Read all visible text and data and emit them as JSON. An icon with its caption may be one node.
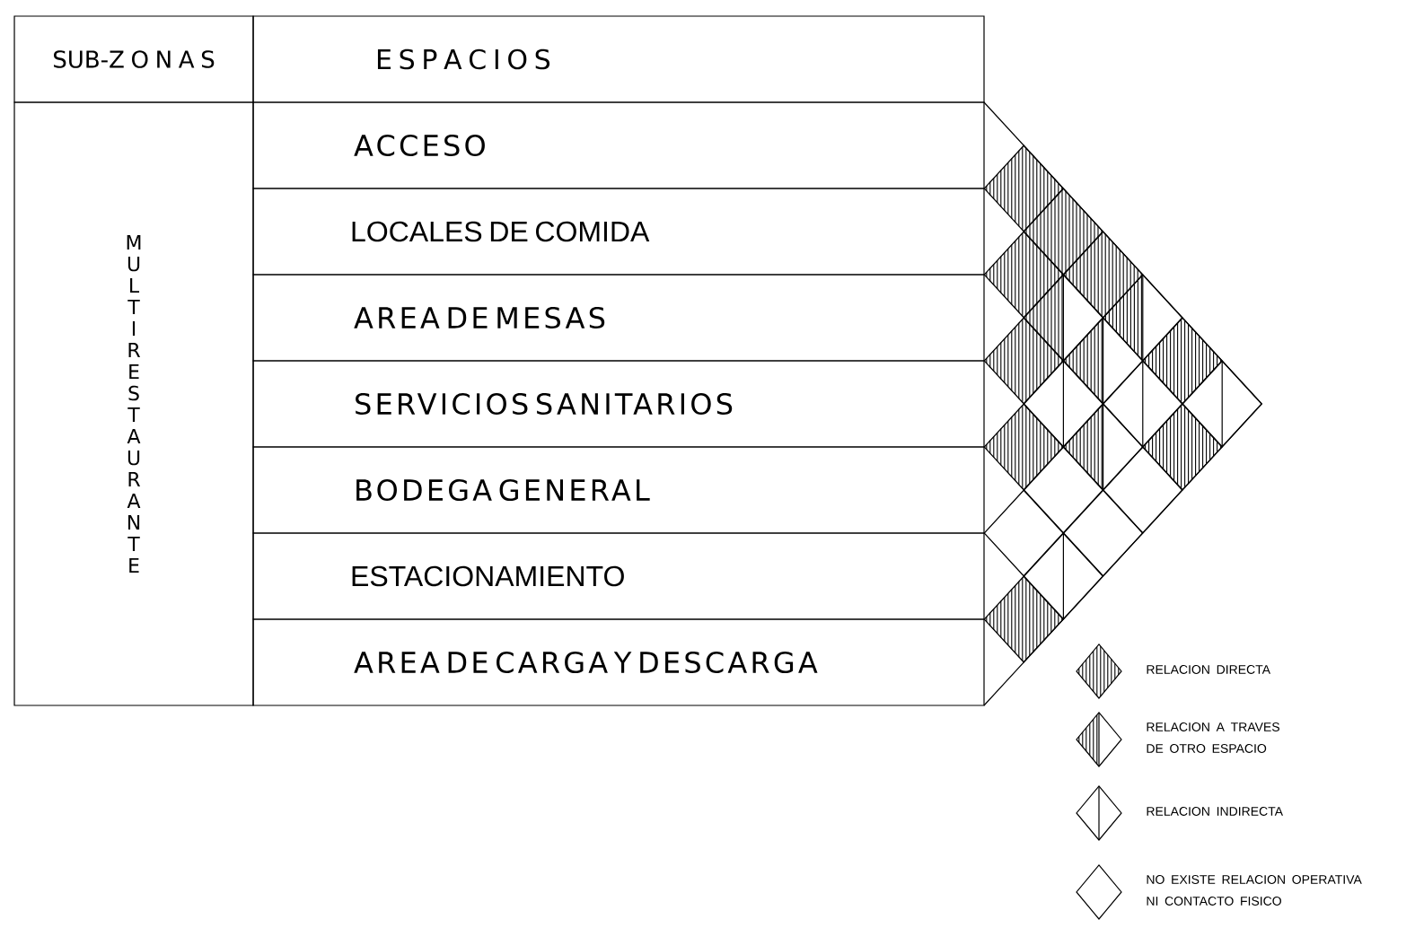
{
  "diagram": {
    "nodes": [
      {
        "text": [
          "SUB-Z O N A S"
        ]
      },
      {
        "text": [
          "E S P A C I O S"
        ]
      },
      {
        "text": [
          "M U L T I R E S T A U R A N T E"
        ]
      },
      {
        "text": [
          "ACCESO"
        ]
      },
      {
        "text": [
          "LOCALES DE COMIDA"
        ]
      },
      {
        "text": [
          "AREA DE MESAS"
        ]
      },
      {
        "text": [
          "SERVICIOS SANITARIOS"
        ]
      },
      {
        "text": [
          "BODEGA GENERAL"
        ]
      },
      {
        "text": [
          "ESTACIONAMIENTO"
        ]
      },
      {
        "text": [
          "AREA DE CARGA Y DESCARGA"
        ]
      },
      {
        "text": [],
        "shape": "diamond"
      },
      {
        "text": [],
        "shape": "diamond"
      },
      {
        "text": [],
        "shape": "diamond"
      },
      {
        "text": [],
        "shape": "diamond"
      },
      {
        "text": [],
        "shape": "diamond"
      },
      {
        "text": [],
        "shape": "diamond"
      },
      {
        "text": [],
        "shape": "diamond"
      },
      {
        "text": [],
        "shape": "diamond"
      },
      {
        "text": [],
        "shape": "diamond"
      },
      {
        "text": [],
        "shape": "diamond"
      },
      {
        "text": [],
        "shape": "diamond"
      },
      {
        "text": [],
        "shape": "diamond"
      },
      {
        "text": [],
        "shape": "diamond"
      },
      {
        "text": [],
        "shape": "diamond"
      },
      {
        "text": [],
        "shape": "diamond"
      },
      {
        "text": [],
        "shape": "diamond"
      },
      {
        "text": [],
        "shape": "diamond"
      },
      {
        "text": [],
        "shape": "diamond"
      },
      {
        "text": [],
        "shape": "diamond"
      },
      {
        "text": [],
        "shape": "diamond"
      },
      {
        "text": [],
        "shape": "diamond"
      }
    ],
    "legend": [
      {
        "text": "RELACION DIRECTA"
      },
      {
        "text": "RELACION A TRAVES DE OTRO ESPACIO"
      },
      {
        "text": "RELACION INDIRECTA"
      },
      {
        "text": "NO EXISTE RELACION OPERATIVA NI CONTACTO FISICO"
      }
    ]
  }
}
